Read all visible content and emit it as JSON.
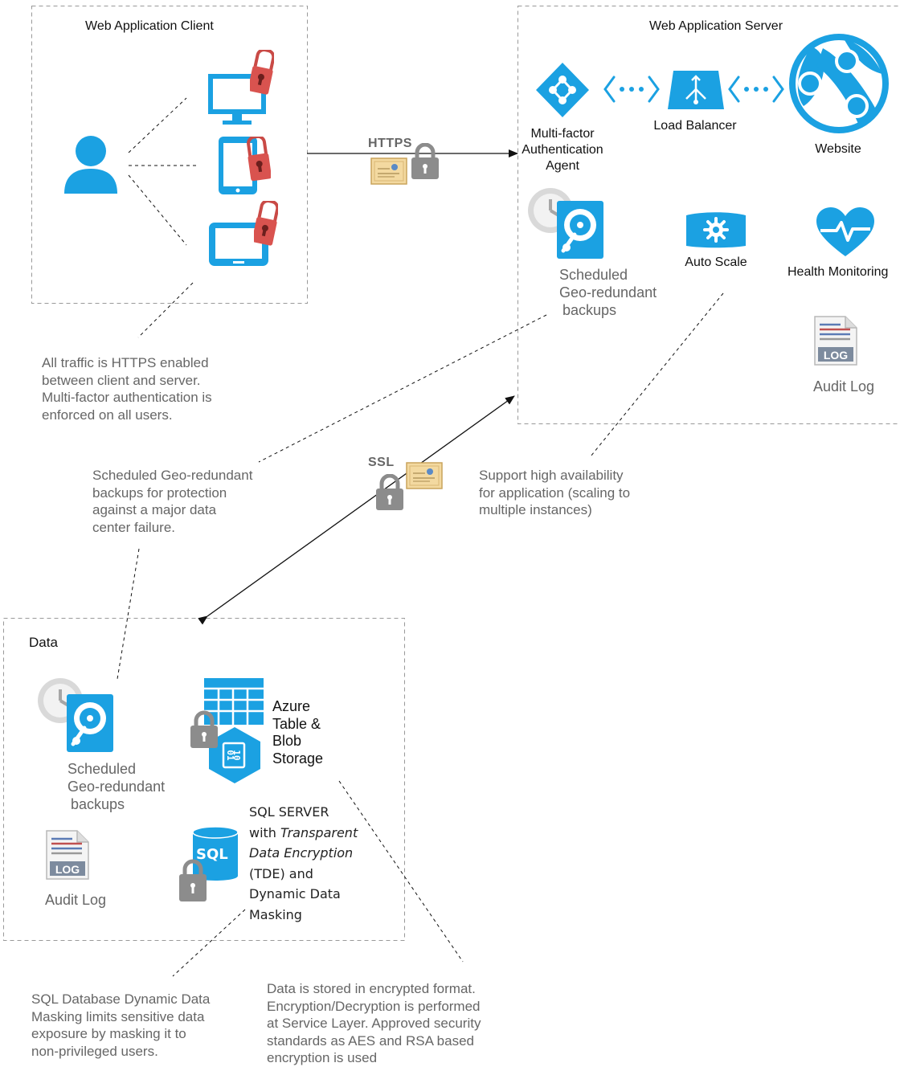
{
  "colors": {
    "azure": "#1ba1e2",
    "lock_red": "#d9534f",
    "lock_gray": "#8c8c8c",
    "certificate": "#f3d9a0",
    "boundary": "#999999"
  },
  "groups": {
    "client": "Web Application Client",
    "server": "Web Application Server",
    "data": "Data"
  },
  "server": {
    "mfa_line1": "Multi-factor",
    "mfa_line2": "Authentication",
    "mfa_line3": "Agent",
    "load_balancer": "Load Balancer",
    "website": "Website",
    "backups_line1": "Scheduled",
    "backups_line2": "Geo-redundant",
    "backups_line3": "backups",
    "auto_scale": "Auto Scale",
    "health_monitoring": "Health Monitoring",
    "audit_log": "Audit Log"
  },
  "connections": {
    "https": "HTTPS",
    "ssl": "SSL"
  },
  "data_tier": {
    "backups_line1": "Scheduled",
    "backups_line2": "Geo-redundant",
    "backups_line3": "backups",
    "audit_log": "Audit Log",
    "storage_line1": "Azure",
    "storage_line2": "Table &",
    "storage_line3": "Blob",
    "storage_line4": "Storage",
    "sql_line1": "SQL SERVER",
    "sql_line2_pre": "with ",
    "sql_line2_it": "Transparent",
    "sql_line3_it": "Data Encryption",
    "sql_line4": "(TDE)  and",
    "sql_line5": "Dynamic Data",
    "sql_line6": "Masking"
  },
  "icons": {
    "sql_badge": "SQL",
    "log_badge": "LOG"
  },
  "notes": {
    "https_1": "All traffic is HTTPS enabled",
    "https_2": "between client and server.",
    "https_3": "Multi-factor authentication is",
    "https_4": "enforced on all users.",
    "backup_1": "Scheduled Geo-redundant",
    "backup_2": "backups for protection",
    "backup_3": "against a major data",
    "backup_4": "center failure.",
    "ha_1": "Support high availability",
    "ha_2": "for application (scaling to",
    "ha_3": "multiple instances)",
    "mask_1": "SQL Database Dynamic Data",
    "mask_2": "Masking limits sensitive data",
    "mask_3": "exposure by masking it to",
    "mask_4": "non-privileged users.",
    "enc_1": "Data is stored in encrypted format.",
    "enc_2": "Encryption/Decryption is performed",
    "enc_3": "at Service Layer. Approved security",
    "enc_4": "standards as AES and RSA based",
    "enc_5": "encryption is used"
  }
}
